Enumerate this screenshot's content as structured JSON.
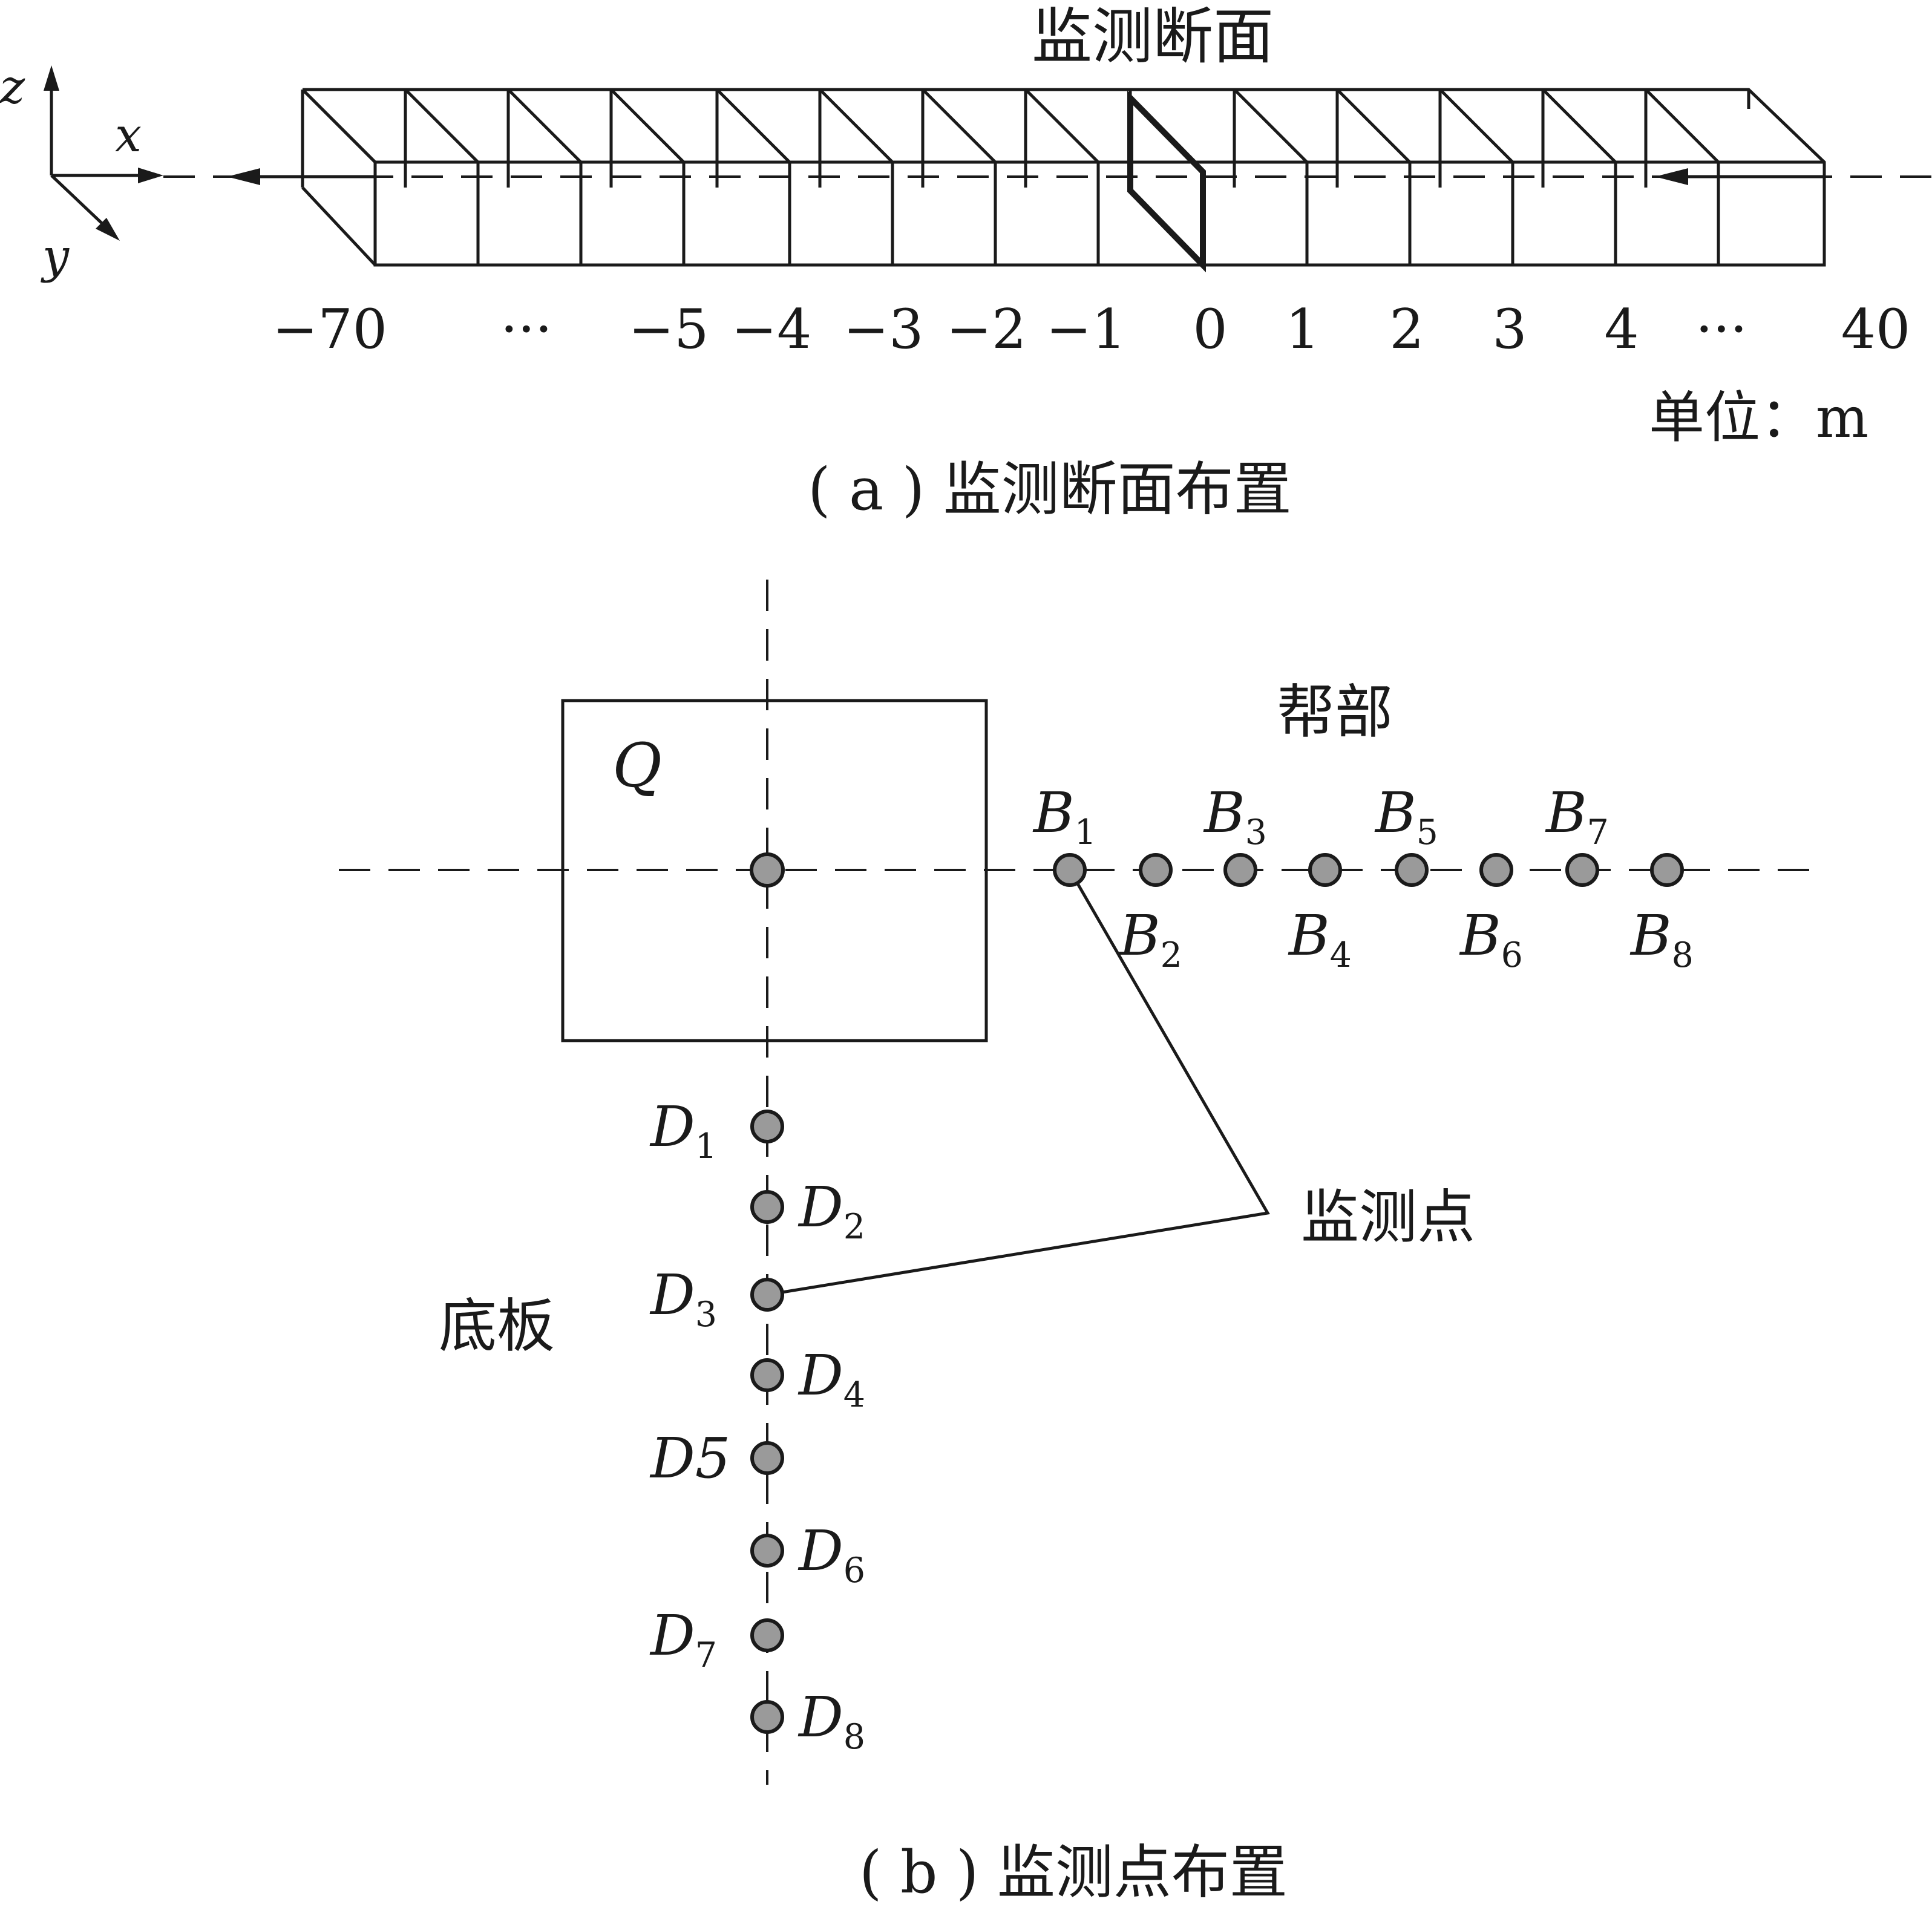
{
  "part_a": {
    "top_label": "监测断面",
    "axes": {
      "x": "x",
      "y": "y",
      "z": "z"
    },
    "ticks": [
      "−70",
      "···",
      "−5",
      "−4",
      "−3",
      "−2",
      "−1",
      "0",
      "1",
      "2",
      "3",
      "4",
      "···",
      "40"
    ],
    "unit": "单位：m",
    "caption": "( a ) 监测断面布置"
  },
  "part_b": {
    "box_label": "Q",
    "side_label": "帮部",
    "floor_label": "底板",
    "callout_label": "监测点",
    "b_points": [
      {
        "letter": "B",
        "sub": "1"
      },
      {
        "letter": "B",
        "sub": "2"
      },
      {
        "letter": "B",
        "sub": "3"
      },
      {
        "letter": "B",
        "sub": "4"
      },
      {
        "letter": "B",
        "sub": "5"
      },
      {
        "letter": "B",
        "sub": "6"
      },
      {
        "letter": "B",
        "sub": "7"
      },
      {
        "letter": "B",
        "sub": "8"
      }
    ],
    "d_points": [
      {
        "letter": "D",
        "sub": "1"
      },
      {
        "letter": "D",
        "sub": "2"
      },
      {
        "letter": "D",
        "sub": "3"
      },
      {
        "letter": "D",
        "sub": "4"
      },
      {
        "letter": "D5",
        "sub": ""
      },
      {
        "letter": "D",
        "sub": "6"
      },
      {
        "letter": "D",
        "sub": "7"
      },
      {
        "letter": "D",
        "sub": "8"
      }
    ],
    "caption": "( b ) 监测点布置"
  }
}
